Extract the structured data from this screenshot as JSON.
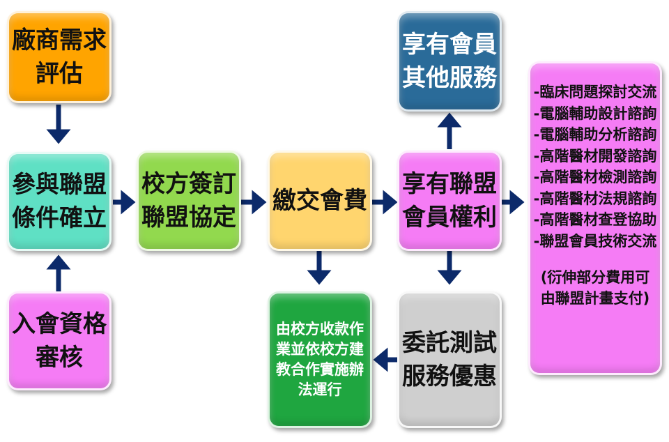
{
  "colors": {
    "orange": "#ffa400",
    "teal": "#5fe0c4",
    "magenta": "#f57cf5",
    "green_light": "#92d94e",
    "yellow": "#ffd56e",
    "blue": "#2a6b99",
    "green_dark": "#1fa640",
    "gray": "#cfcfcf",
    "arrow": "#0c2a6a"
  },
  "boxes": {
    "vendor_assessment": "廠商需求\n評估",
    "alliance_conditions": "參與聯盟\n條件確立",
    "membership_review": "入會資格\n審核",
    "sign_agreement": "校方簽訂\n聯盟協定",
    "pay_fee": "繳交會費",
    "member_rights": "享有聯盟\n會員權利",
    "other_services": "享有會員\n其他服務",
    "testing_discount": "委託測試\n服務優惠",
    "school_process": "由校方收款作\n業並依校方建\n教合作實施辦\n法運行"
  },
  "services": {
    "items": [
      "-臨床問題探討交流",
      "-電腦輔助設計諮詢",
      "-電腦輔助分析諮詢",
      "-高階醫材開發諮詢",
      "-高階醫材檢測諮詢",
      "-高階醫材法規諮詢",
      "-高階醫材查登協助",
      "-聯盟會員技術交流"
    ],
    "note": "(衍伸部分費用可\n由聯盟計畫支付)"
  }
}
